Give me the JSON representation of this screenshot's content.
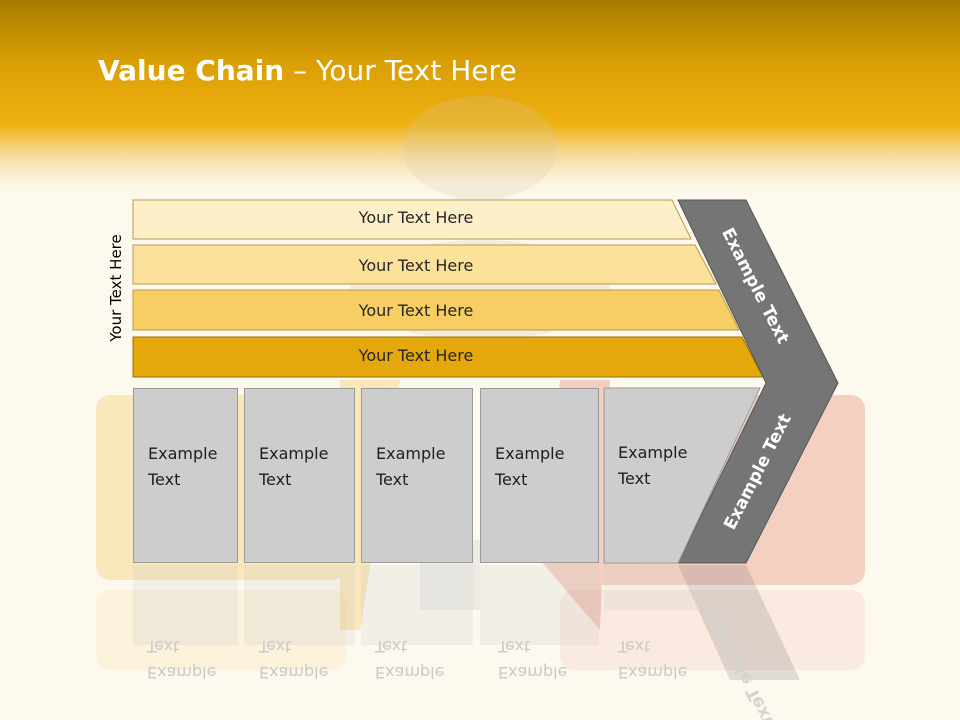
{
  "header": {
    "title_bold": "Value Chain",
    "title_rest": " – Your Text Here"
  },
  "side_label": "Your Text Here",
  "bars": [
    {
      "label": "Your Text Here",
      "color": "#fdf0c9"
    },
    {
      "label": "Your Text Here",
      "color": "#fbe19a"
    },
    {
      "label": "Your Text Here",
      "color": "#f6ce63"
    },
    {
      "label": "Your Text Here",
      "color": "#e4a70c"
    }
  ],
  "boxes": [
    {
      "line1": "Example",
      "line2": "Text"
    },
    {
      "line1": "Example",
      "line2": "Text"
    },
    {
      "line1": "Example",
      "line2": "Text"
    },
    {
      "line1": "Example",
      "line2": "Text"
    },
    {
      "line1": "Example",
      "line2": "Text"
    }
  ],
  "chevron": {
    "upper_label": "Example Text",
    "lower_label": "Example Text",
    "color": "#757575"
  }
}
